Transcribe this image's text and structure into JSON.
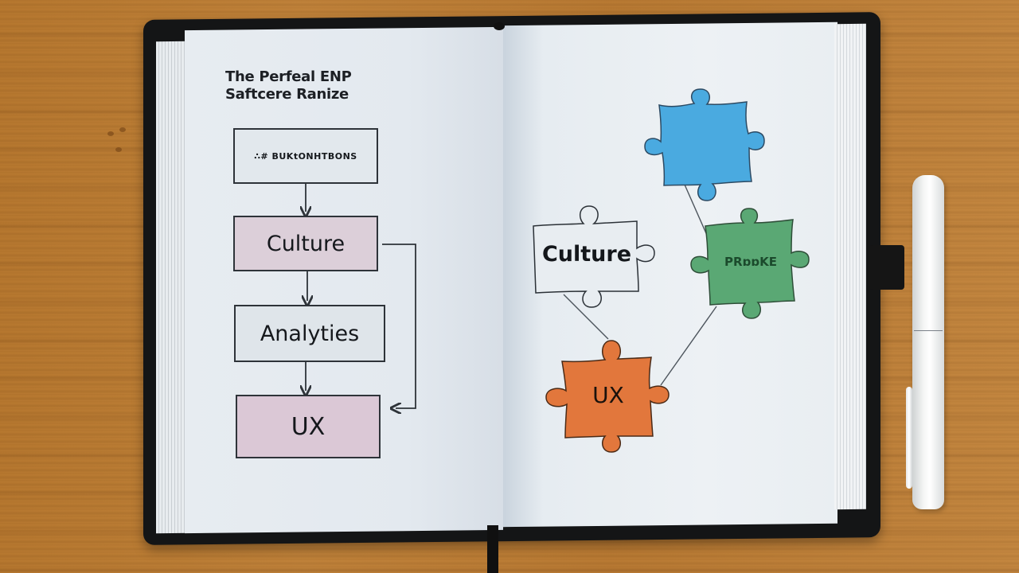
{
  "scene": {
    "description": "Open notebook on wooden desk with hand-drawn business diagram and a white pen",
    "colors": {
      "desk": "#b97a33",
      "cover": "#141516",
      "page": "#e6ecf1",
      "puzzle_blue": "#4aaae0",
      "puzzle_green": "#5aa874",
      "puzzle_orange": "#e2773c",
      "puzzle_white": "#e8edf1",
      "box_pink": "#dccfd9",
      "box_grey": "#dfe5ea"
    }
  },
  "left_page": {
    "title_line1": "The Perfeal ENP",
    "title_line2": "Saftcere Ranize",
    "flowchart": {
      "header_box": "∴# BUKtONHTBONS",
      "boxes": [
        "Culture",
        "Analyties",
        "UX"
      ]
    }
  },
  "right_page": {
    "puzzle_pieces": [
      {
        "label": "",
        "color": "blue"
      },
      {
        "label": "Culture",
        "color": "white"
      },
      {
        "label": "PRɒɒKE",
        "color": "green"
      },
      {
        "label": "UX",
        "color": "orange"
      }
    ]
  }
}
